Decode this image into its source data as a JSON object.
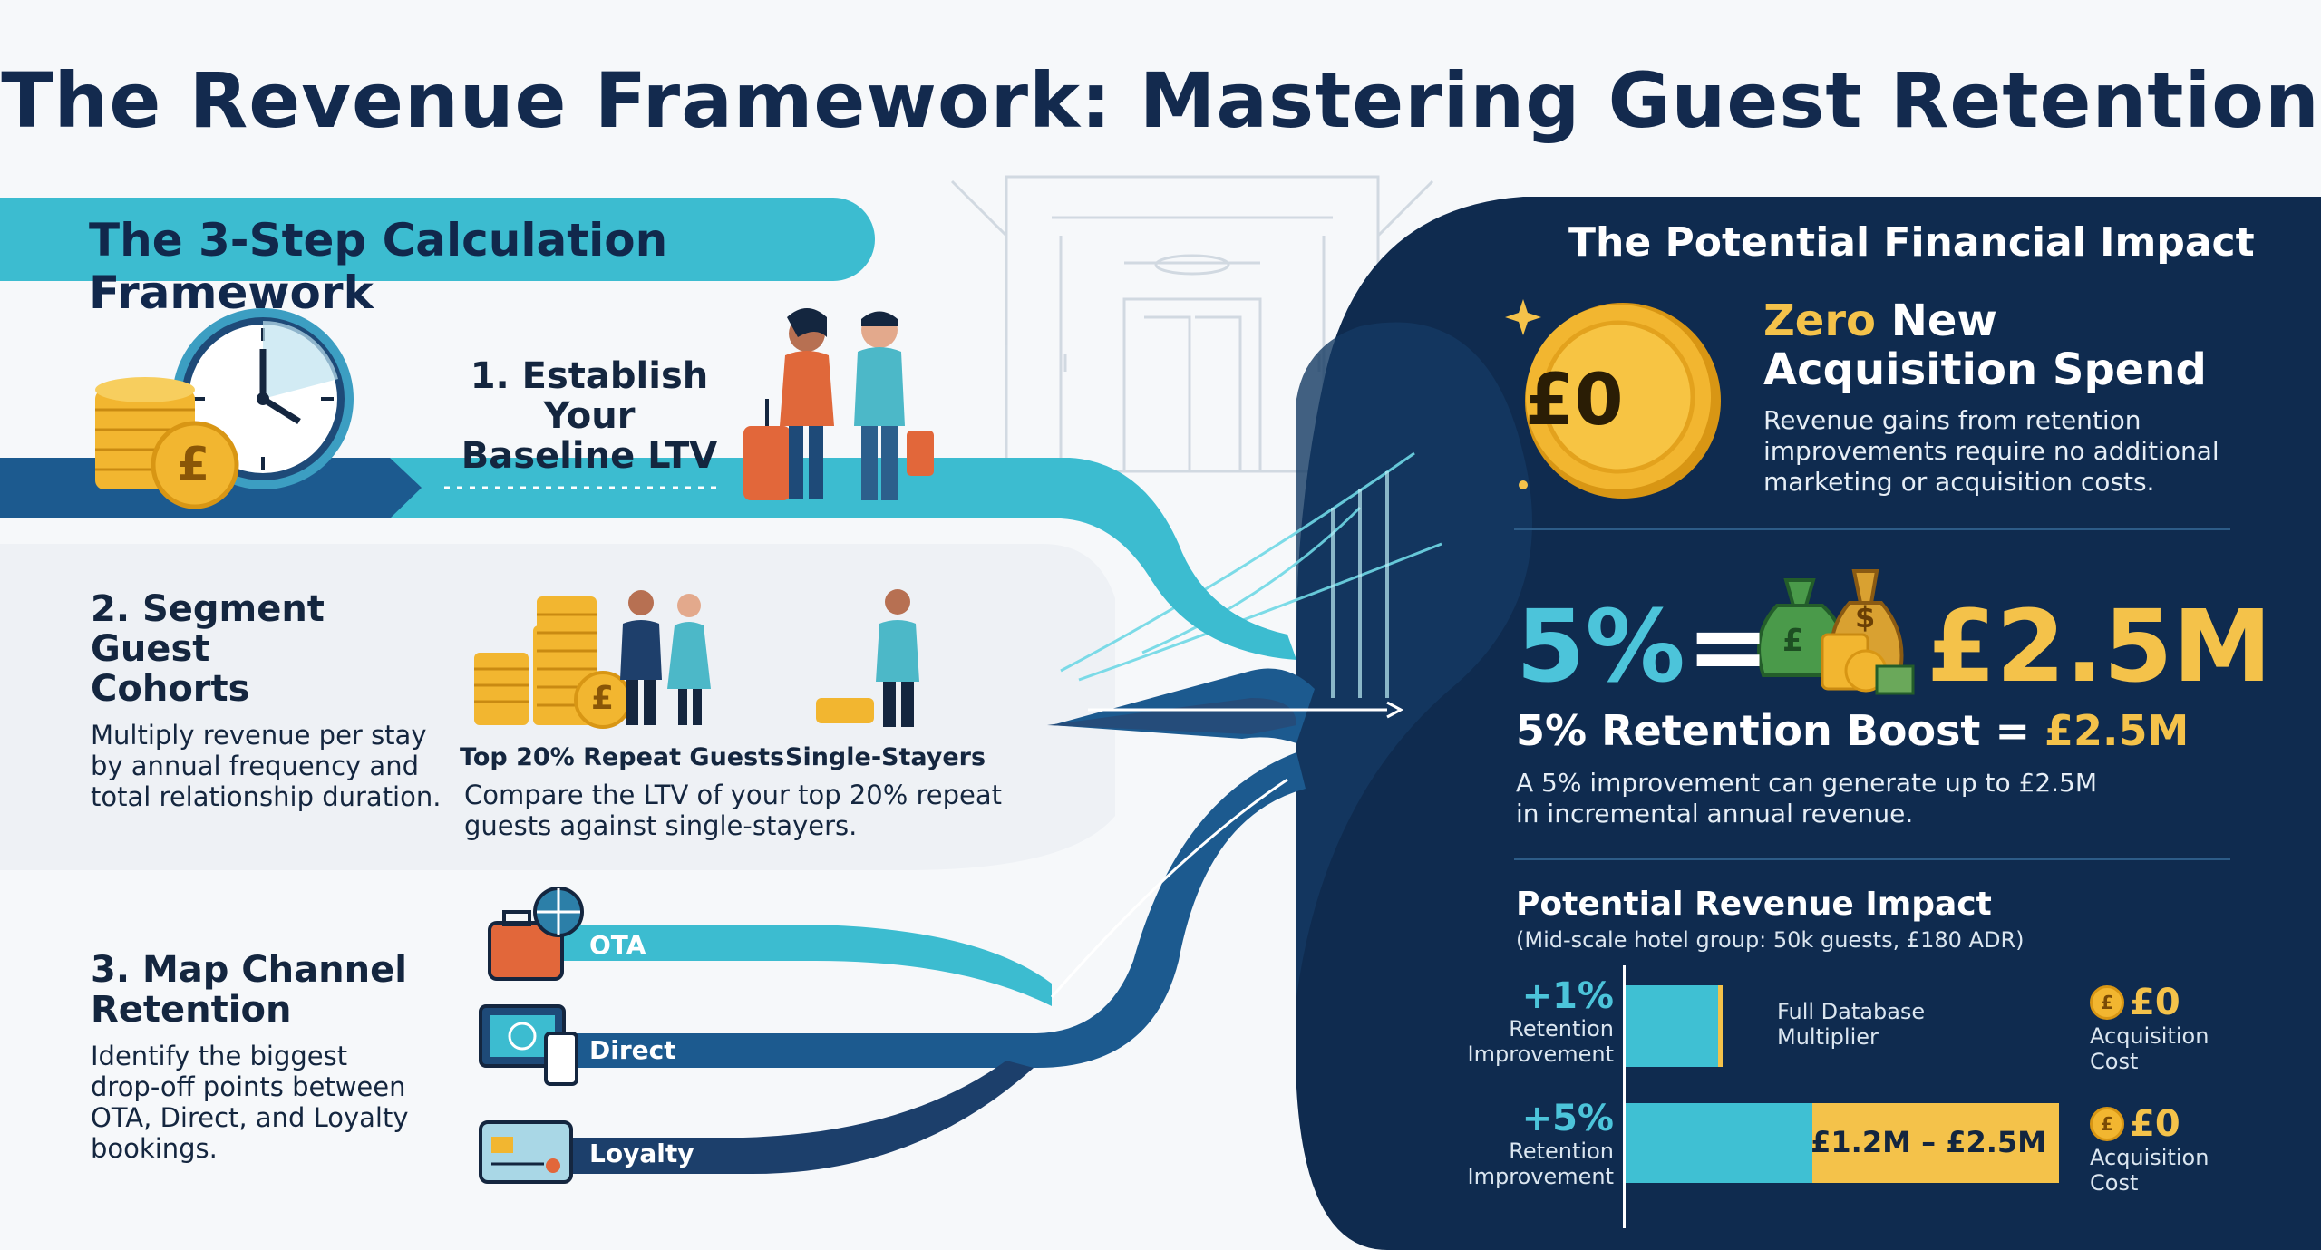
{
  "title": "The Revenue Framework: Mastering Guest Retention",
  "left": {
    "banner": "The 3-Step Calculation Framework",
    "step1": {
      "title_line1": "1. Establish Your",
      "title_line2": "Baseline LTV"
    },
    "step2": {
      "title_line1": "2. Segment Guest",
      "title_line2": "Cohorts",
      "desc_lines": [
        "Multiply revenue per stay",
        "by annual frequency and",
        "total relationship duration."
      ],
      "cap_repeat": "Top 20% Repeat Guests",
      "cap_single": "Single-Stayers",
      "compare_line1": "Compare the LTV of your top 20% repeat",
      "compare_line2": "guests against single-stayers."
    },
    "step3": {
      "title_line1": "3. Map Channel",
      "title_line2": "Retention",
      "desc_lines": [
        "Identify the biggest",
        "drop-off points between",
        "OTA, Direct, and Loyalty",
        "bookings."
      ],
      "channels": [
        "OTA",
        "Direct",
        "Loyalty"
      ]
    },
    "coin_symbol": "£"
  },
  "right": {
    "heading": "The Potential Financial Impact",
    "zero_coin": "£0",
    "zero_title_accent": "Zero",
    "zero_title_rest": "New",
    "zero_title_line2": "Acquisition Spend",
    "zero_desc": [
      "Revenue gains from retention",
      "improvements require no additional",
      "marketing or acquisition costs."
    ],
    "big_pct": "5%",
    "big_eq": "=",
    "big_value": "£2.5M",
    "boost_label": "5% Retention Boost = ",
    "boost_value": "£2.5M",
    "boost_desc": [
      "A 5% improvement can generate up to £2.5M",
      "in incremental annual revenue."
    ],
    "impact_title": "Potential Revenue Impact",
    "impact_subtitle": "(Mid-scale hotel group: 50k guests, £180 ADR)",
    "rows": [
      {
        "pct": "+1%",
        "label_line1": "Retention",
        "label_line2": "Improvement",
        "bar_text_line1": "Full Database",
        "bar_text_line2": "Multiplier",
        "gold_fraction": 0.05,
        "cost_value": "£0",
        "cost_line1": "Acquisition",
        "cost_line2": "Cost"
      },
      {
        "pct": "+5%",
        "label_line1": "Retention",
        "label_line2": "Improvement",
        "bar_value": "£1.2M – £2.5M",
        "gold_fraction": 0.57,
        "cost_value": "£0",
        "cost_line1": "Acquisition",
        "cost_line2": "Cost"
      }
    ],
    "cost_coin": "£"
  },
  "colors": {
    "navy": "#132a4e",
    "panel": "#0f2b4f",
    "teal": "#3cbcd0",
    "gold": "#f4c24a",
    "teal_text": "#4cc4da"
  }
}
